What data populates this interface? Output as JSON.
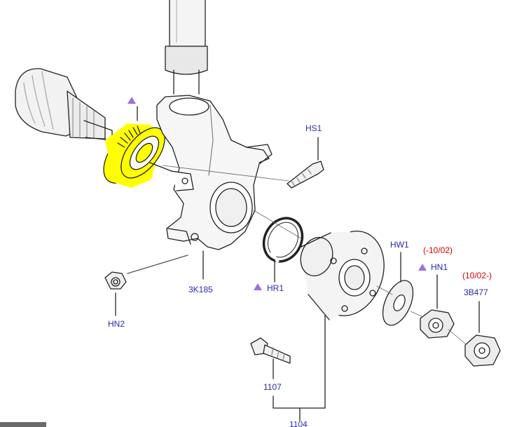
{
  "diagram": {
    "labels": {
      "hs1": "HS1",
      "hw1": "HW1",
      "hn1": "HN1",
      "hn1_date": "(-10/02)",
      "part_3b477": "3B477",
      "part_3b477_date": "(10/02-)",
      "hr1": "HR1",
      "part_3k185": "3K185",
      "hn2": "HN2",
      "part_1107": "1107",
      "part_1104": "1104"
    },
    "colors": {
      "highlight": "#ffff00",
      "callout_text": "#2a2aa8",
      "date_text": "#d40000",
      "marker": "#a070d8",
      "line": "#222222",
      "shading": "#d8d8d8"
    }
  }
}
